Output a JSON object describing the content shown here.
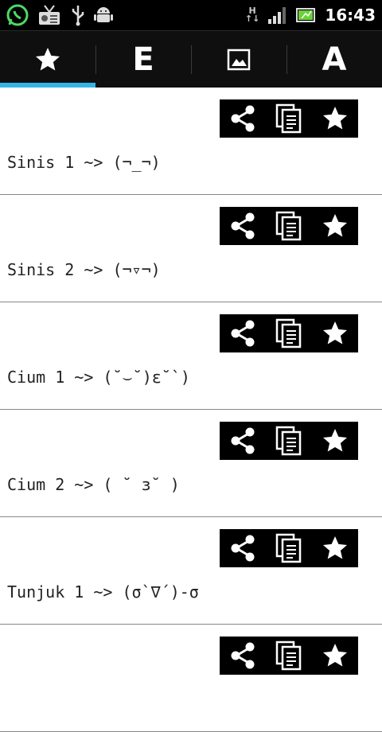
{
  "status_bar": {
    "time": "16:43",
    "network_type": "H",
    "left_icons": [
      "whatsapp-icon",
      "radio-icon",
      "usb-icon",
      "android-icon"
    ],
    "right_icons": [
      "network-h-icon",
      "signal-icon",
      "battery-icon"
    ]
  },
  "tabs": [
    {
      "label": "",
      "icon": "star-icon",
      "selected": true
    },
    {
      "label": "E",
      "icon": "",
      "selected": false
    },
    {
      "label": "",
      "icon": "image-icon",
      "selected": false
    },
    {
      "label": "A",
      "icon": "",
      "selected": false
    }
  ],
  "accent_color": "#33b5e5",
  "items": [
    {
      "text": "Sinis 1 ~> (¬_¬)"
    },
    {
      "text": "Sinis 2 ~> (¬▿¬)"
    },
    {
      "text": "Cium 1 ~> (˘⌣˘)ε˘`)"
    },
    {
      "text": "Cium 2 ~> ( ˘ ɜ˘ )"
    },
    {
      "text": "Tunjuk 1 ~> (σ`∇´)-σ"
    },
    {
      "text": ""
    }
  ],
  "item_actions": [
    "share-icon",
    "copy-icon",
    "favorite-icon"
  ]
}
